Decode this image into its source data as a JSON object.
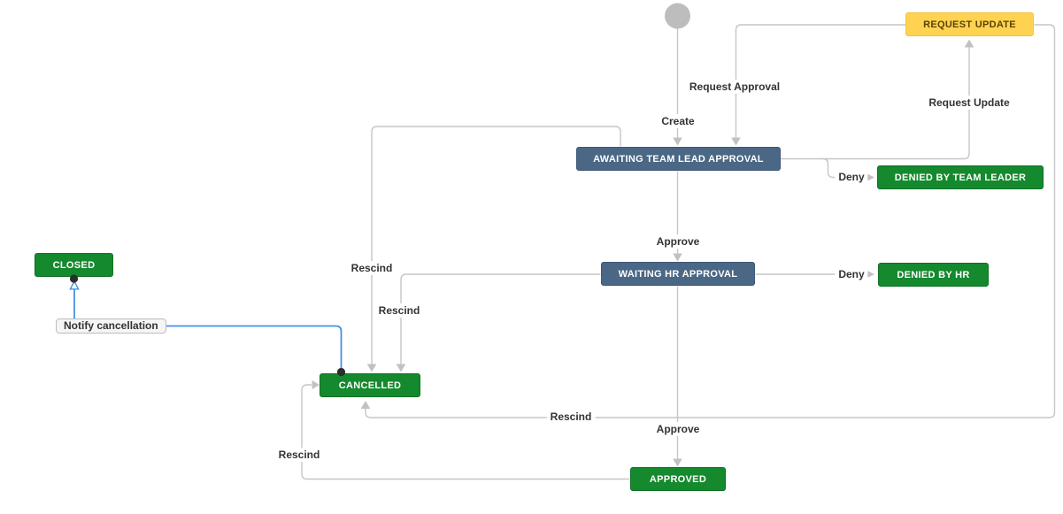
{
  "diagram": {
    "statuses": {
      "request_update": {
        "label": "REQUEST UPDATE",
        "color": "#ffd351"
      },
      "awaiting_team_lead_approval": {
        "label": "AWAITING TEAM LEAD APPROVAL",
        "color": "#4a6785"
      },
      "denied_by_team_leader": {
        "label": "DENIED BY TEAM LEADER",
        "color": "#15892d"
      },
      "waiting_hr_approval": {
        "label": "WAITING HR APPROVAL",
        "color": "#4a6785"
      },
      "denied_by_hr": {
        "label": "DENIED BY HR",
        "color": "#15892d"
      },
      "closed": {
        "label": "CLOSED",
        "color": "#15892d"
      },
      "cancelled": {
        "label": "CANCELLED",
        "color": "#15892d"
      },
      "approved": {
        "label": "APPROVED",
        "color": "#15892d"
      }
    },
    "transitions": {
      "create": {
        "label": "Create"
      },
      "request_approval": {
        "label": "Request Approval"
      },
      "request_update": {
        "label": "Request Update"
      },
      "deny_team_leader": {
        "label": "Deny"
      },
      "approve_team_lead": {
        "label": "Approve"
      },
      "deny_hr": {
        "label": "Deny"
      },
      "approve_hr": {
        "label": "Approve"
      },
      "rescind_from_awaiting": {
        "label": "Rescind"
      },
      "rescind_from_waiting_hr": {
        "label": "Rescind"
      },
      "rescind_from_request_update": {
        "label": "Rescind"
      },
      "rescind_from_approved": {
        "label": "Rescind"
      },
      "notify_cancellation": {
        "label": "Notify cancellation"
      }
    },
    "colors": {
      "edge": "#c6c6c6",
      "selected_edge": "#4690e2",
      "start_node": "#bdbdbd",
      "endpoint_dot": "#2d2d2d",
      "label_text": "#333333",
      "canvas_background": "#ffffff"
    }
  }
}
